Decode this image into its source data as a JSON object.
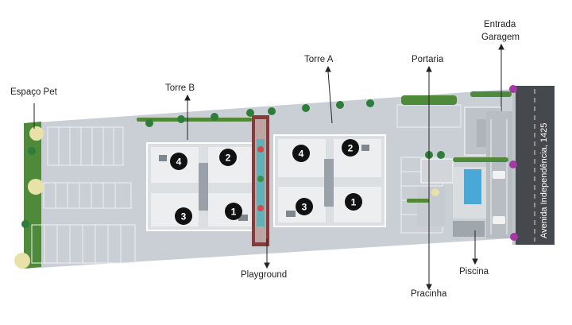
{
  "labels": {
    "espaco_pet": "Espaço Pet",
    "torre_b": "Torre B",
    "torre_a": "Torre A",
    "portaria": "Portaria",
    "entrada": "Entrada",
    "garagem": "Garagem",
    "playground": "Playground",
    "pracinha": "Pracinha",
    "piscina": "Piscina",
    "street": "Avenida Independência, 1425"
  },
  "towers": [
    {
      "name": "Torre B",
      "units": [
        "4",
        "2",
        "3",
        "1"
      ]
    },
    {
      "name": "Torre A",
      "units": [
        "4",
        "2",
        "3",
        "1"
      ]
    }
  ],
  "colors": {
    "site_ground": "#c9cfd5",
    "parking_lines": "#eef1f4",
    "building_floor": "#e7e9eb",
    "garden": "#4e8a3a",
    "playground_red": "#8a3a3a",
    "pool": "#49a8d6",
    "road": "#45494d",
    "unit_badge": "#111111",
    "flowers": "#a23aa0"
  }
}
